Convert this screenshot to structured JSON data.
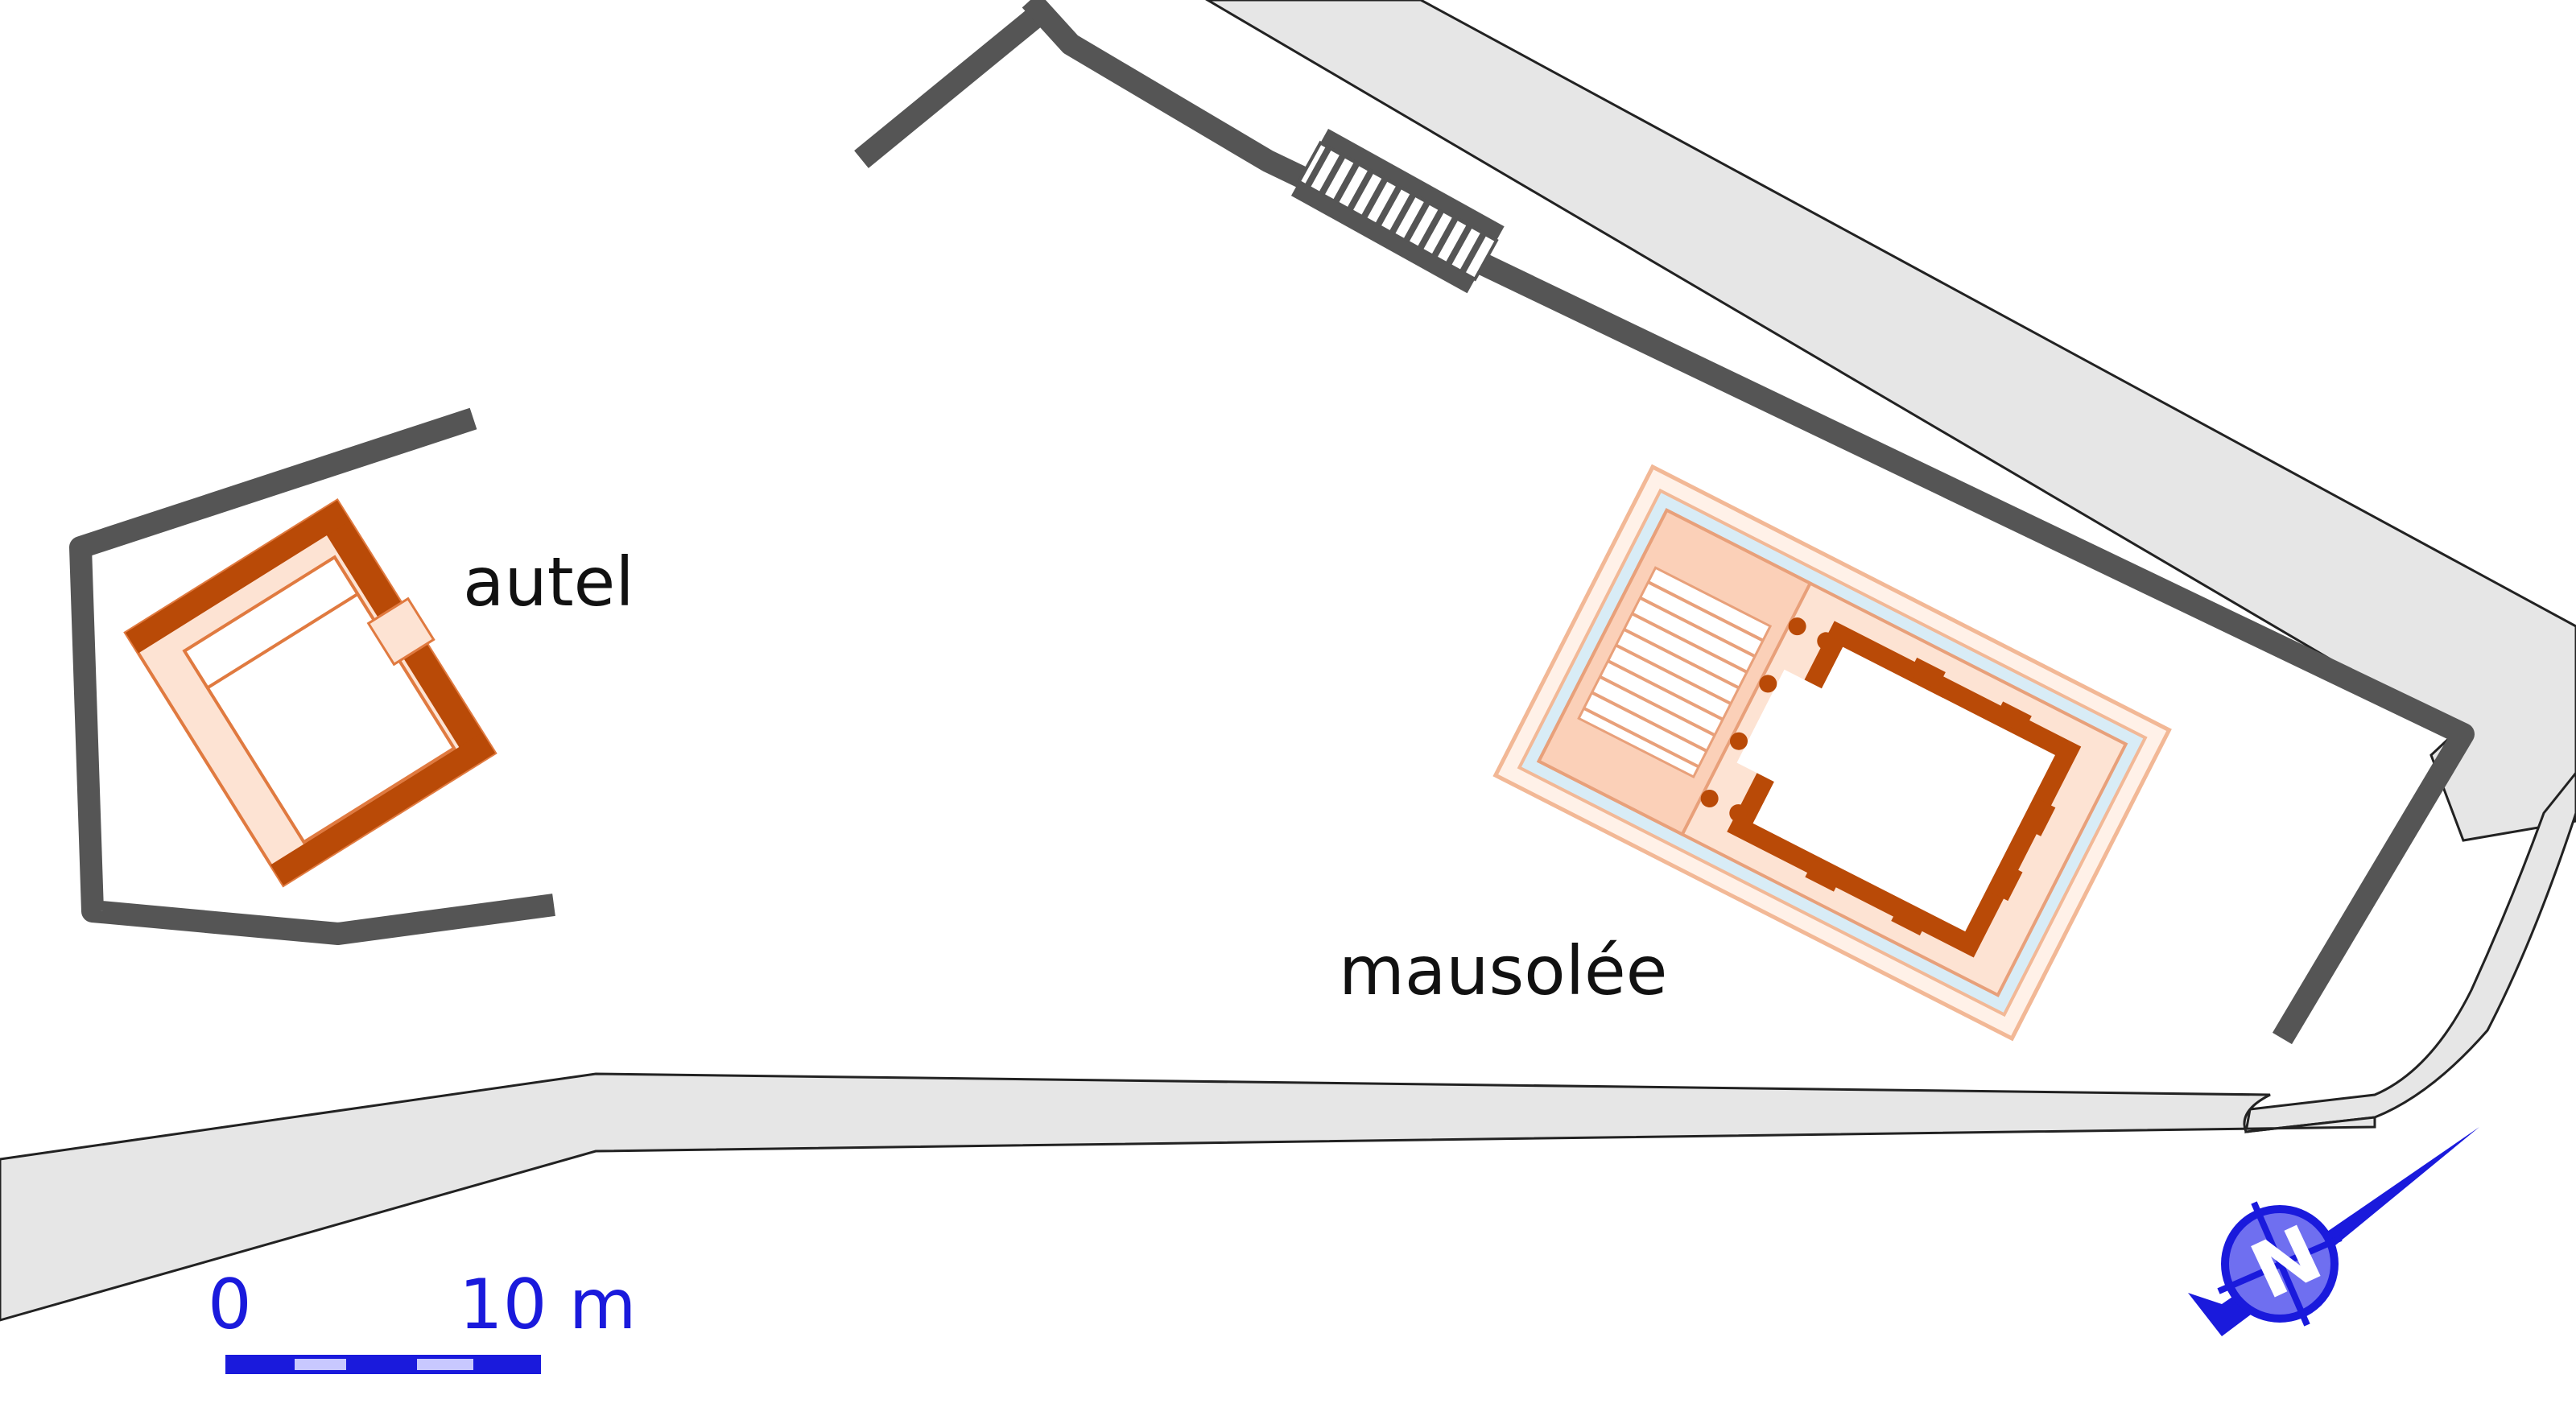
{
  "labels": {
    "altar": "autel",
    "mausoleum": "mausolée"
  },
  "scale_bar": {
    "start_label": "0",
    "end_label": "10 m"
  },
  "compass": {
    "letter": "N"
  },
  "colors": {
    "road_fill": "#e6e6e6",
    "wall": "#555555",
    "dark_brick": "#b94a07",
    "light_brick": "#f2b896",
    "pale_brick": "#fde3d3",
    "water": "#d8ecf6",
    "scale_blue": "#1a1adc"
  },
  "icons": [
    "compass-icon"
  ]
}
